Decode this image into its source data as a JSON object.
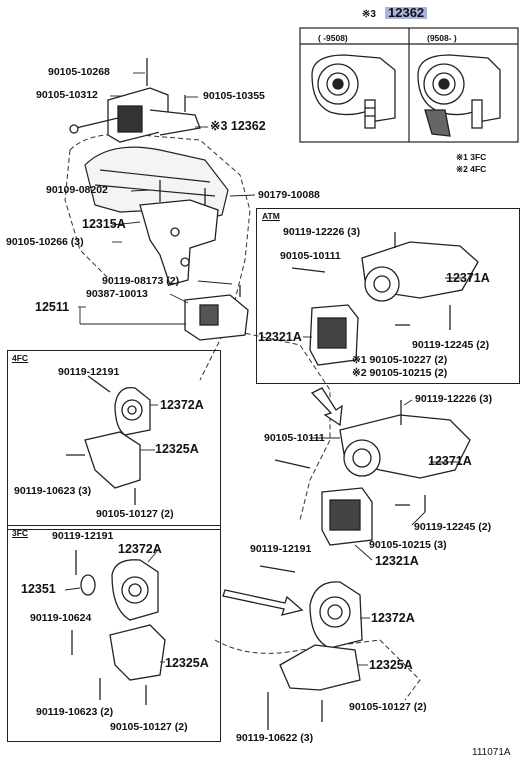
{
  "ref_mark": "※3",
  "ref_part_number": "12362",
  "variant_table": {
    "left_header": "(      -9508)",
    "right_header": "(9508-      )"
  },
  "footnotes": {
    "note1": "※1  3FC",
    "note2": "※2  4FC"
  },
  "atm_box": {
    "title": "ATM",
    "labels": {
      "p90119_12226": "90119-12226 (3)",
      "p90105_10111": "90105-10111",
      "p12371A": "12371A",
      "p12321A": "12321A",
      "p90119_12245": "90119-12245 (2)",
      "p90105_10227": "※1  90105-10227 (2)",
      "p90105_10215": "※2  90105-10215 (2)"
    }
  },
  "box_4fc": {
    "title": "4FC",
    "labels": {
      "p90119_12191": "90119-12191",
      "p12372A": "12372A",
      "p12325A": "12325A",
      "p90119_10623": "90119-10623 (3)",
      "p90105_10127": "90105-10127 (2)"
    }
  },
  "box_3fc": {
    "title": "3FC",
    "labels": {
      "p90119_12191": "90119-12191",
      "p12372A": "12372A",
      "p12351": "12351",
      "p90119_10624": "90119-10624",
      "p12325A": "12325A",
      "p90119_10623": "90119-10623 (2)",
      "p90105_10127": "90105-10127 (2)"
    }
  },
  "main_labels": {
    "p90105_10268": "90105-10268",
    "p90105_10312": "90105-10312",
    "p90105_10355": "90105-10355",
    "p12362_ref": "※3  12362",
    "p90109_08202": "90109-08202",
    "p90179_10088": "90179-10088",
    "p12315A": "12315A",
    "p90105_10266": "90105-10266 (3)",
    "p90119_08173": "90119-08173 (2)",
    "p90387_10013": "90387-10013",
    "p12511": "12511",
    "p90119_12226": "90119-12226 (3)",
    "p90105_10111": "90105-10111",
    "p12371A": "12371A",
    "p90119_12245": "90119-12245 (2)",
    "p90105_10215": "90105-10215 (3)",
    "p12321A": "12321A",
    "p90119_12191": "90119-12191",
    "p12372A": "12372A",
    "p12325A": "12325A",
    "p90105_10127": "90105-10127 (2)",
    "p90119_10622": "90119-10622 (3)"
  },
  "figure_id": "111071A"
}
